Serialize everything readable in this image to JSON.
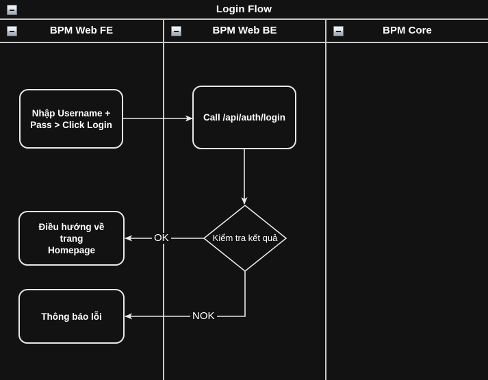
{
  "diagram": {
    "title": "Login Flow",
    "collapse_icon": "minus-box-icon",
    "background_color": "#121212",
    "stroke_color": "#e8e8e8",
    "text_color": "#ffffff"
  },
  "lanes": [
    {
      "label": "BPM Web FE",
      "collapse_icon": "minus-box-icon"
    },
    {
      "label": "BPM Web BE",
      "collapse_icon": "minus-box-icon"
    },
    {
      "label": "BPM Core",
      "collapse_icon": "minus-box-icon"
    }
  ],
  "nodes": [
    {
      "id": "input-credentials",
      "label": "Nhập Username +\nPass > Click Login",
      "lane": "BPM Web FE",
      "shape": "rounded-rect"
    },
    {
      "id": "call-login-api",
      "label": "Call /api/auth/login",
      "lane": "BPM Web BE",
      "shape": "rounded-rect"
    },
    {
      "id": "check-result",
      "label": "Kiểm tra kết quả",
      "lane": "BPM Web BE",
      "shape": "diamond"
    },
    {
      "id": "redirect-homepage",
      "label": "Điều hướng về trang\nHomepage",
      "lane": "BPM Web FE",
      "shape": "rounded-rect"
    },
    {
      "id": "show-error",
      "label": "Thông báo lỗi",
      "lane": "BPM Web FE",
      "shape": "rounded-rect"
    }
  ],
  "edges": [
    {
      "id": "edge-input-to-call",
      "from": "input-credentials",
      "to": "call-login-api",
      "label": ""
    },
    {
      "id": "edge-call-to-check",
      "from": "call-login-api",
      "to": "check-result",
      "label": ""
    },
    {
      "id": "edge-check-to-redirect",
      "from": "check-result",
      "to": "redirect-homepage",
      "label": "OK"
    },
    {
      "id": "edge-check-to-error",
      "from": "check-result",
      "to": "show-error",
      "label": "NOK"
    }
  ]
}
